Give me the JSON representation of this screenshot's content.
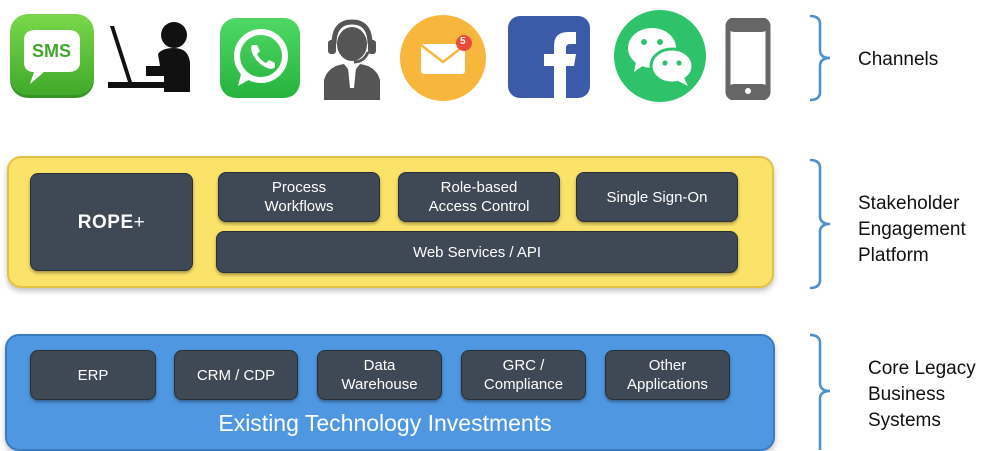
{
  "channels": {
    "label": "Channels",
    "icons": [
      {
        "name": "sms-icon",
        "text": "SMS"
      },
      {
        "name": "laptop-user-icon"
      },
      {
        "name": "whatsapp-icon"
      },
      {
        "name": "call-center-agent-icon"
      },
      {
        "name": "email-icon",
        "badge": "5"
      },
      {
        "name": "facebook-icon",
        "text": "f"
      },
      {
        "name": "wechat-icon"
      },
      {
        "name": "mobile-phone-icon"
      }
    ]
  },
  "platform": {
    "label": "Stakeholder\nEngagement\nPlatform",
    "rope": "ROPE",
    "rope_suffix": "+",
    "process": "Process\nWorkflows",
    "rbac": "Role-based\nAccess Control",
    "sso": "Single Sign-On",
    "api": "Web Services / API"
  },
  "core": {
    "label": "Core Legacy\nBusiness\nSystems",
    "caption": "Existing Technology Investments",
    "systems": [
      "ERP",
      "CRM / CDP",
      "Data\nWarehouse",
      "GRC /\nCompliance",
      "Other\nApplications"
    ]
  },
  "colors": {
    "platform_fill": "#fbe36a",
    "core_fill": "#4f97e0",
    "box_fill": "#3f4855",
    "bracket": "#4a8fd0"
  }
}
